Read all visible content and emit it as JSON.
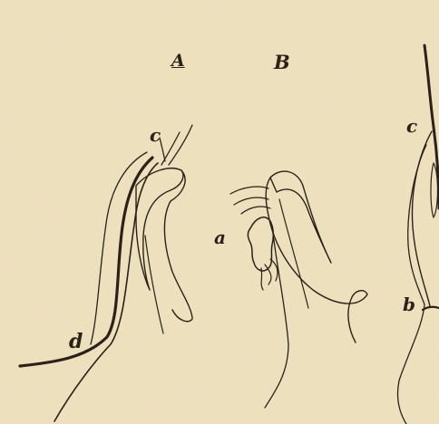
{
  "figure": {
    "panel_labels": {
      "A": "A",
      "B": "B"
    },
    "part_labels": {
      "a": "a",
      "b": "b",
      "c_left": "c",
      "c_right": "c",
      "d": "d"
    },
    "colors": {
      "paper": "#efe2bf",
      "ink": "#2b2118",
      "hatch": "#5a4a3a"
    }
  }
}
